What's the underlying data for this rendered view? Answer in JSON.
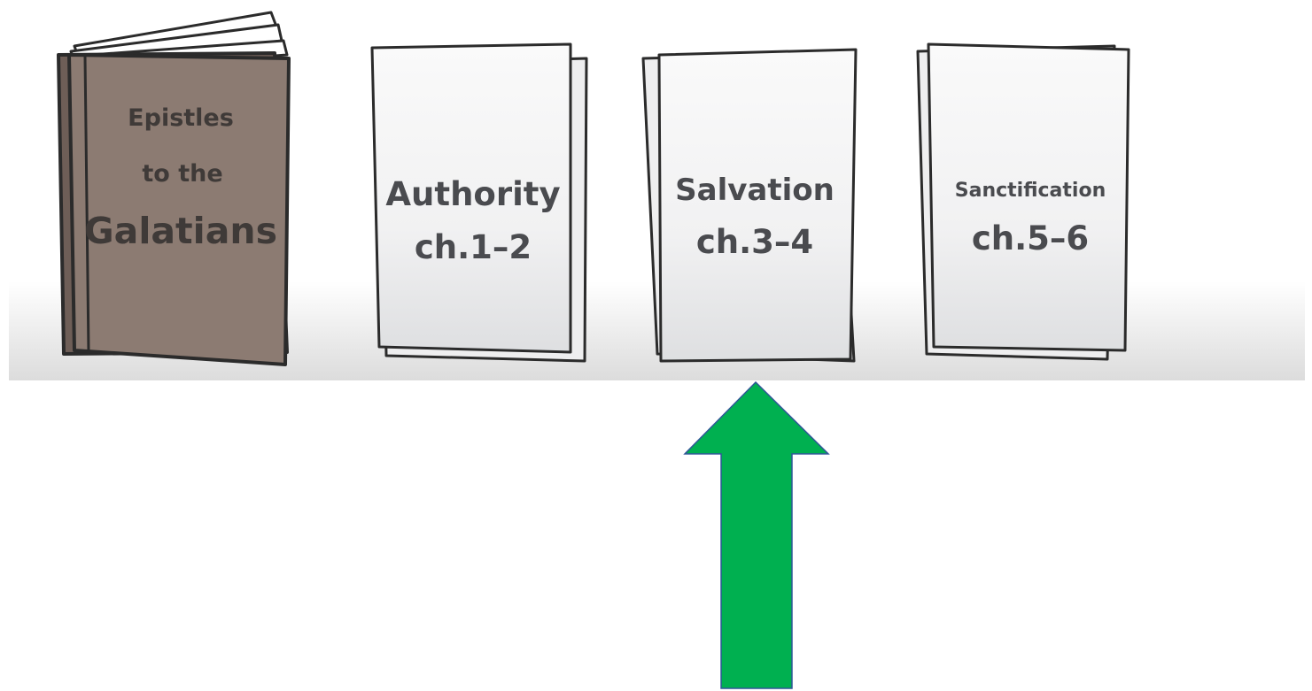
{
  "book": {
    "title_line1": "Epistles",
    "title_line2": "to the",
    "title_line3": "Galatians",
    "cover_color": "#8c7b72"
  },
  "documents": [
    {
      "title": "Authority",
      "chapters": "ch.1–2"
    },
    {
      "title": "Salvation",
      "chapters": "ch.3–4"
    },
    {
      "title": "Sanctification",
      "chapters": "ch.5–6"
    }
  ],
  "arrow": {
    "color": "#00b050",
    "points_to": "Salvation"
  }
}
